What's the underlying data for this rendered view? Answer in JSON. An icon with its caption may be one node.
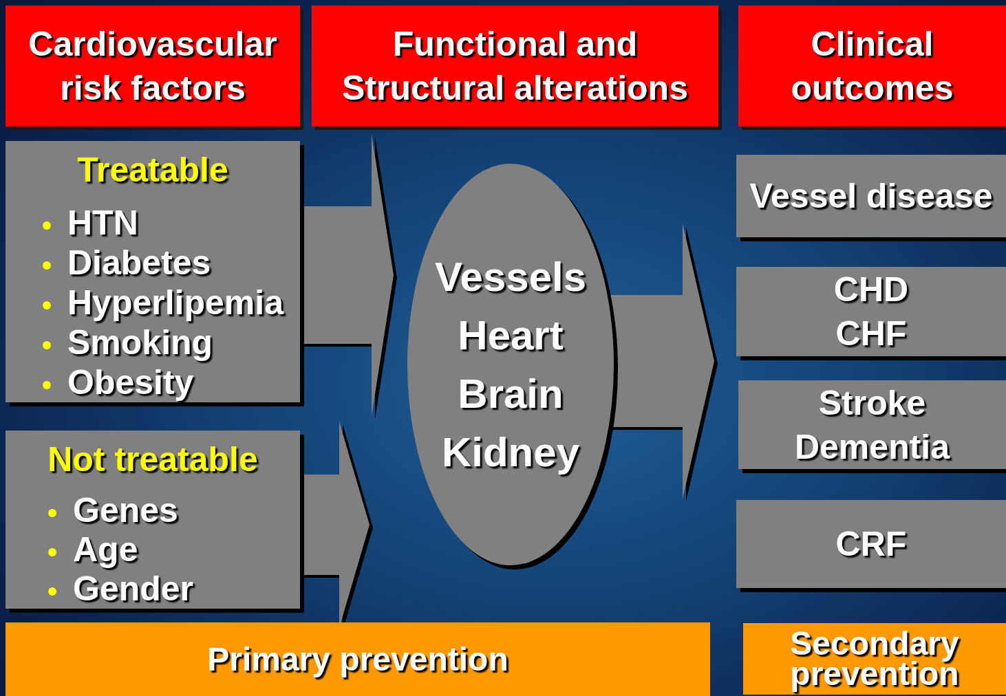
{
  "diagram": {
    "nodes": [
      {
        "text": [
          "Cardiovascular risk factors"
        ]
      },
      {
        "text": [
          "Functional and Structural alterations"
        ]
      },
      {
        "text": [
          "Clinical outcomes"
        ]
      },
      {
        "text": [
          "Treatable",
          "HTN",
          "Diabetes",
          "Hyperlipemia",
          "Smoking",
          "Obesity"
        ]
      },
      {
        "text": [
          "Not treatable",
          "Genes",
          "Age",
          "Gender"
        ]
      },
      {
        "text": [
          "Vessels",
          "Heart",
          "Brain",
          "Kidney"
        ]
      },
      {
        "text": [
          "Vessel disease"
        ]
      },
      {
        "text": [
          "CHD",
          "CHF"
        ]
      },
      {
        "text": [
          "Stroke",
          "Dementia"
        ]
      },
      {
        "text": [
          "CRF"
        ]
      },
      {
        "text": [
          "Primary prevention"
        ]
      },
      {
        "text": [
          "Secondary prevention"
        ]
      }
    ],
    "edges": [
      {
        "from": 3,
        "to": 5,
        "arrow": "to"
      },
      {
        "from": 4,
        "to": 5,
        "arrow": "to"
      },
      {
        "from": 5,
        "to": null,
        "arrow": "to"
      }
    ]
  }
}
